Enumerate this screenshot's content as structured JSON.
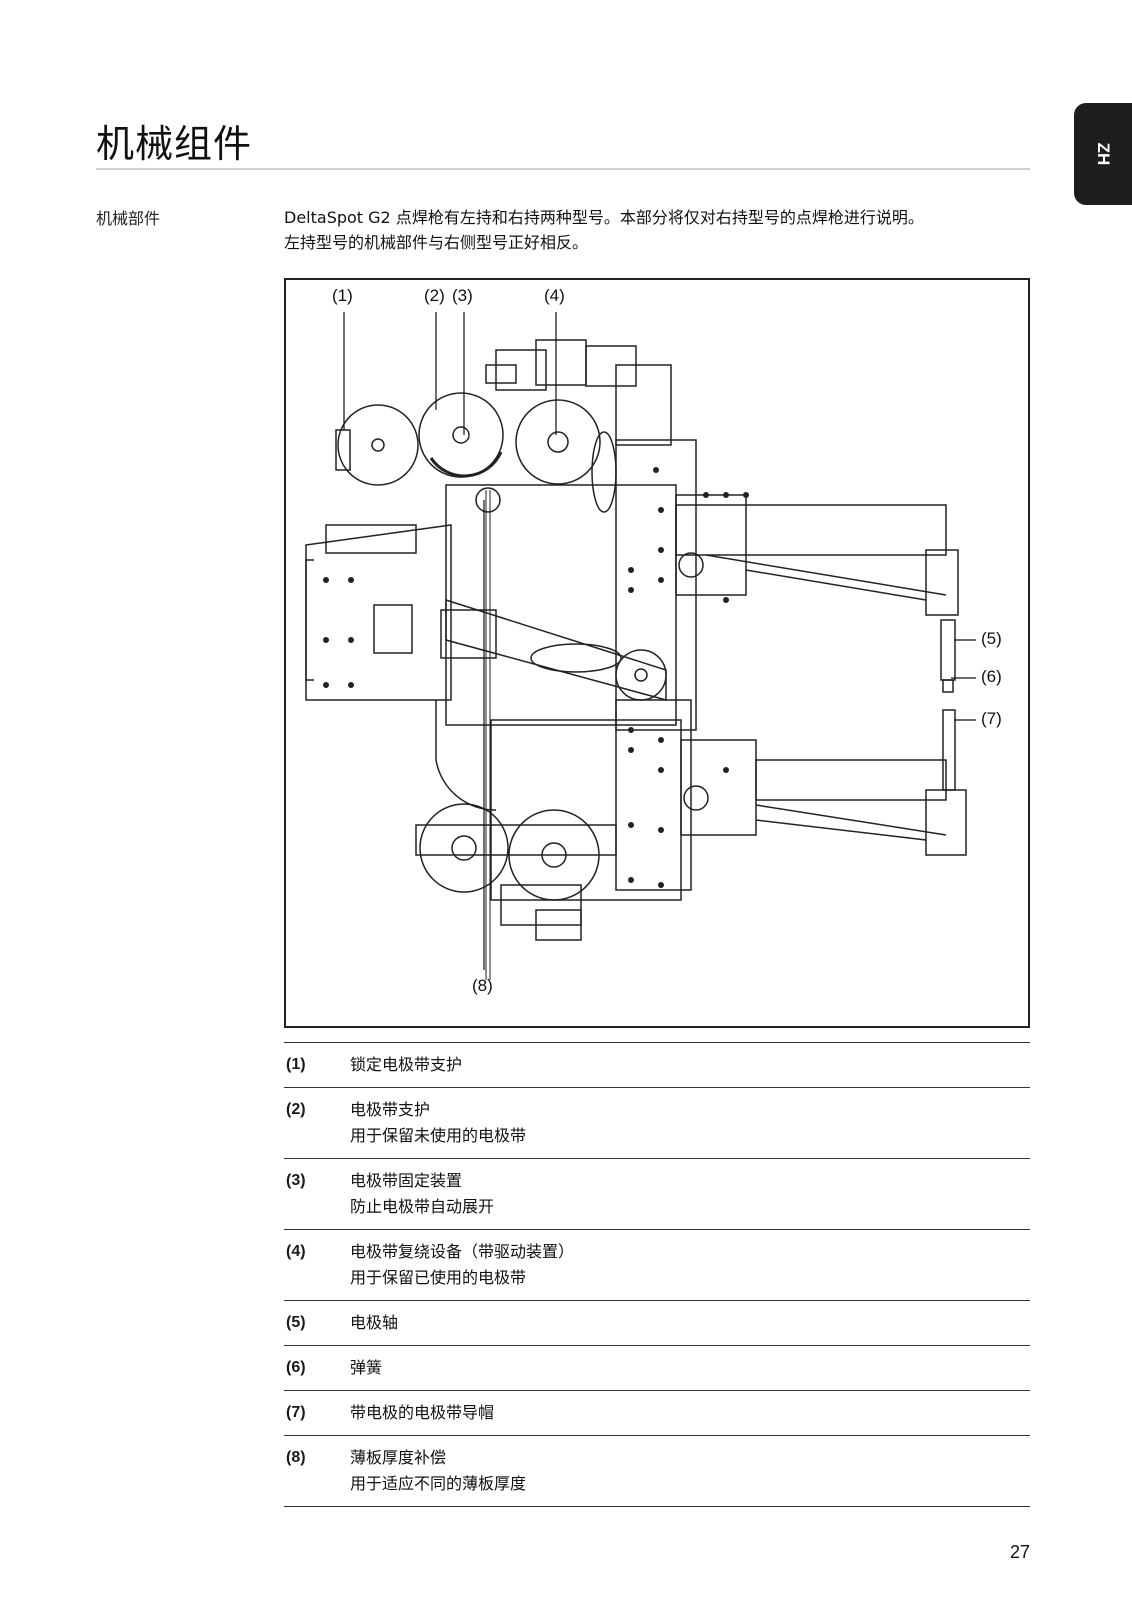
{
  "page": {
    "title": "机械组件",
    "lang_tab": "ZH",
    "page_number": "27"
  },
  "section": {
    "label": "机械部件",
    "intro_line1": "DeltaSpot G2 点焊枪有左持和右持两种型号。本部分将仅对右持型号的点焊枪进行说明。",
    "intro_line2": "左持型号的机械部件与右侧型号正好相反。"
  },
  "figure": {
    "callouts": {
      "c1": "(1)",
      "c2": "(2)",
      "c3": "(3)",
      "c4": "(4)",
      "c5": "(5)",
      "c6": "(6)",
      "c7": "(7)",
      "c8": "(8)"
    }
  },
  "legend": [
    {
      "num": "(1)",
      "line1": "锁定电极带支护",
      "line2": ""
    },
    {
      "num": "(2)",
      "line1": "电极带支护",
      "line2": "用于保留未使用的电极带"
    },
    {
      "num": "(3)",
      "line1": "电极带固定装置",
      "line2": "防止电极带自动展开"
    },
    {
      "num": "(4)",
      "line1": "电极带复绕设备（带驱动装置）",
      "line2": "用于保留已使用的电极带"
    },
    {
      "num": "(5)",
      "line1": "电极轴",
      "line2": ""
    },
    {
      "num": "(6)",
      "line1": "弹簧",
      "line2": ""
    },
    {
      "num": "(7)",
      "line1": "带电极的电极带导帽",
      "line2": ""
    },
    {
      "num": "(8)",
      "line1": "薄板厚度补偿",
      "line2": "用于适应不同的薄板厚度"
    }
  ]
}
